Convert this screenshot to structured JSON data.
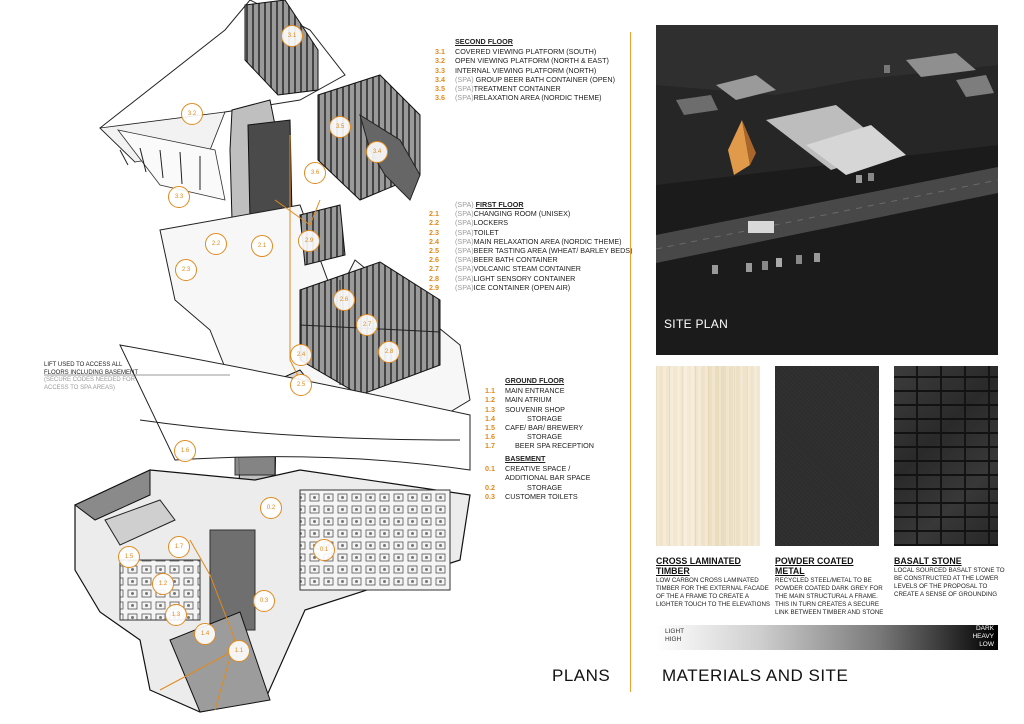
{
  "legend": {
    "second_floor": {
      "heading": "SECOND FLOOR",
      "items": [
        {
          "num": "3.1",
          "prefix": "",
          "label": "COVERED VIEWING PLATFORM (SOUTH)"
        },
        {
          "num": "3.2",
          "prefix": "",
          "label": "OPEN VIEWING PLATFORM (NORTH & EAST)"
        },
        {
          "num": "3.3",
          "prefix": "",
          "label": "INTERNAL VIEWING PLATFORM (NORTH)"
        },
        {
          "num": "3.4",
          "prefix": "(SPA)",
          "label": " GROUP BEER BATH CONTAINER (OPEN)"
        },
        {
          "num": "3.5",
          "prefix": "(SPA)",
          "label": "TREATMENT CONTAINER"
        },
        {
          "num": "3.6",
          "prefix": "(SPA)",
          "label": "RELAXATION AREA (NORDIC THEME)"
        }
      ]
    },
    "first_floor": {
      "prefix": "(SPA)",
      "heading": "FIRST FLOOR",
      "items": [
        {
          "num": "2.1",
          "prefix": "(SPA)",
          "label": "CHANGING ROOM (UNISEX)"
        },
        {
          "num": "2.2",
          "prefix": "(SPA)",
          "label": "LOCKERS"
        },
        {
          "num": "2.3",
          "prefix": "(SPA)",
          "label": "TOILET"
        },
        {
          "num": "2.4",
          "prefix": "(SPA)",
          "label": "MAIN RELAXATION AREA (NORDIC THEME)"
        },
        {
          "num": "2.5",
          "prefix": "(SPA)",
          "label": "BEER TASTING AREA (WHEAT/ BARLEY BEDS)"
        },
        {
          "num": "2.6",
          "prefix": "(SPA)",
          "label": "BEER BATH CONTAINER"
        },
        {
          "num": "2.7",
          "prefix": "(SPA)",
          "label": "VOLCANIC STEAM CONTAINER"
        },
        {
          "num": "2.8",
          "prefix": "(SPA)",
          "label": "LIGHT SENSORY CONTAINER"
        },
        {
          "num": "2.9",
          "prefix": "(SPA)",
          "label": "ICE CONTAINER (OPEN AIR)"
        }
      ]
    },
    "ground_floor": {
      "heading": "GROUND FLOOR",
      "items": [
        {
          "num": "1.1",
          "label": "MAIN ENTRANCE"
        },
        {
          "num": "1.2",
          "label": "MAIN ATRIUM"
        },
        {
          "num": "1.3",
          "label": "SOUVENIR SHOP"
        },
        {
          "num": "1.4",
          "label": "STORAGE"
        },
        {
          "num": "1.5",
          "label": "CAFE/ BAR/ BREWERY"
        },
        {
          "num": "1.6",
          "label": "STORAGE"
        },
        {
          "num": "1.7",
          "label": "BEER SPA RECEPTION"
        }
      ]
    },
    "basement": {
      "heading": "BASEMENT",
      "items": [
        {
          "num": "0.1",
          "label": "CREATIVE SPACE /",
          "label2": "ADDITIONAL BAR SPACE"
        },
        {
          "num": "0.2",
          "label": "STORAGE"
        },
        {
          "num": "0.3",
          "label": "CUSTOMER TOILETS"
        }
      ]
    }
  },
  "lift_note": {
    "line1": "LIFT USED TO ACCESS ALL",
    "line2": "FLOORS INCLUDING BASEMENT",
    "line3": "(SECURE CODES NEEDED FOR",
    "line4": "ACCESS TO SPA AREAS)"
  },
  "markers": [
    "3.1",
    "3.2",
    "3.3",
    "3.4",
    "3.5",
    "3.6",
    "2.1",
    "2.2",
    "2.3",
    "2.4",
    "2.5",
    "2.6",
    "2.7",
    "2.8",
    "2.9",
    "1.1",
    "1.2",
    "1.3",
    "1.4",
    "1.5",
    "1.6",
    "1.7",
    "0.1",
    "0.2",
    "0.3"
  ],
  "site_plan": {
    "label": "SITE PLAN"
  },
  "materials": [
    {
      "title1": "CROSS LAMINATED",
      "title2": "TIMBER",
      "desc": [
        "LOW CARBON CROSS LAMINATED",
        "TIMBER FOR THE EXTERNAL FACADE",
        "OF THE A FRAME TO CREATE A",
        "LIGHTER TOUCH TO THE ELEVATIONS"
      ]
    },
    {
      "title1": "POWDER COATED",
      "title2": "METAL",
      "desc": [
        "RECYCLED STEEL/METAL TO BE",
        "POWDER COATED DARK GREY FOR",
        "THE MAIN STRUCTURAL A FRAME.",
        "THIS IN TURN CREATES A SECURE",
        "LINK BETWEEN TIMBER AND STONE"
      ]
    },
    {
      "title1": "BASALT STONE",
      "title2": "",
      "desc": [
        "LOCAL SOURCED BASALT STONE TO",
        "BE CONSTRUCTED AT THE LOWER",
        "LEVELS OF THE PROPOSAL TO",
        "CREATE A SENSE OF GROUNDING"
      ]
    }
  ],
  "scale": {
    "left1": "LIGHT",
    "left2": "HIGH",
    "right1": "DARK",
    "right2": "HEAVY",
    "right3": "LOW"
  },
  "titles": {
    "plans": "PLANS",
    "materials": "MATERIALS AND SITE"
  },
  "colors": {
    "accent": "#e08a1e",
    "divider": "#f0a030"
  }
}
